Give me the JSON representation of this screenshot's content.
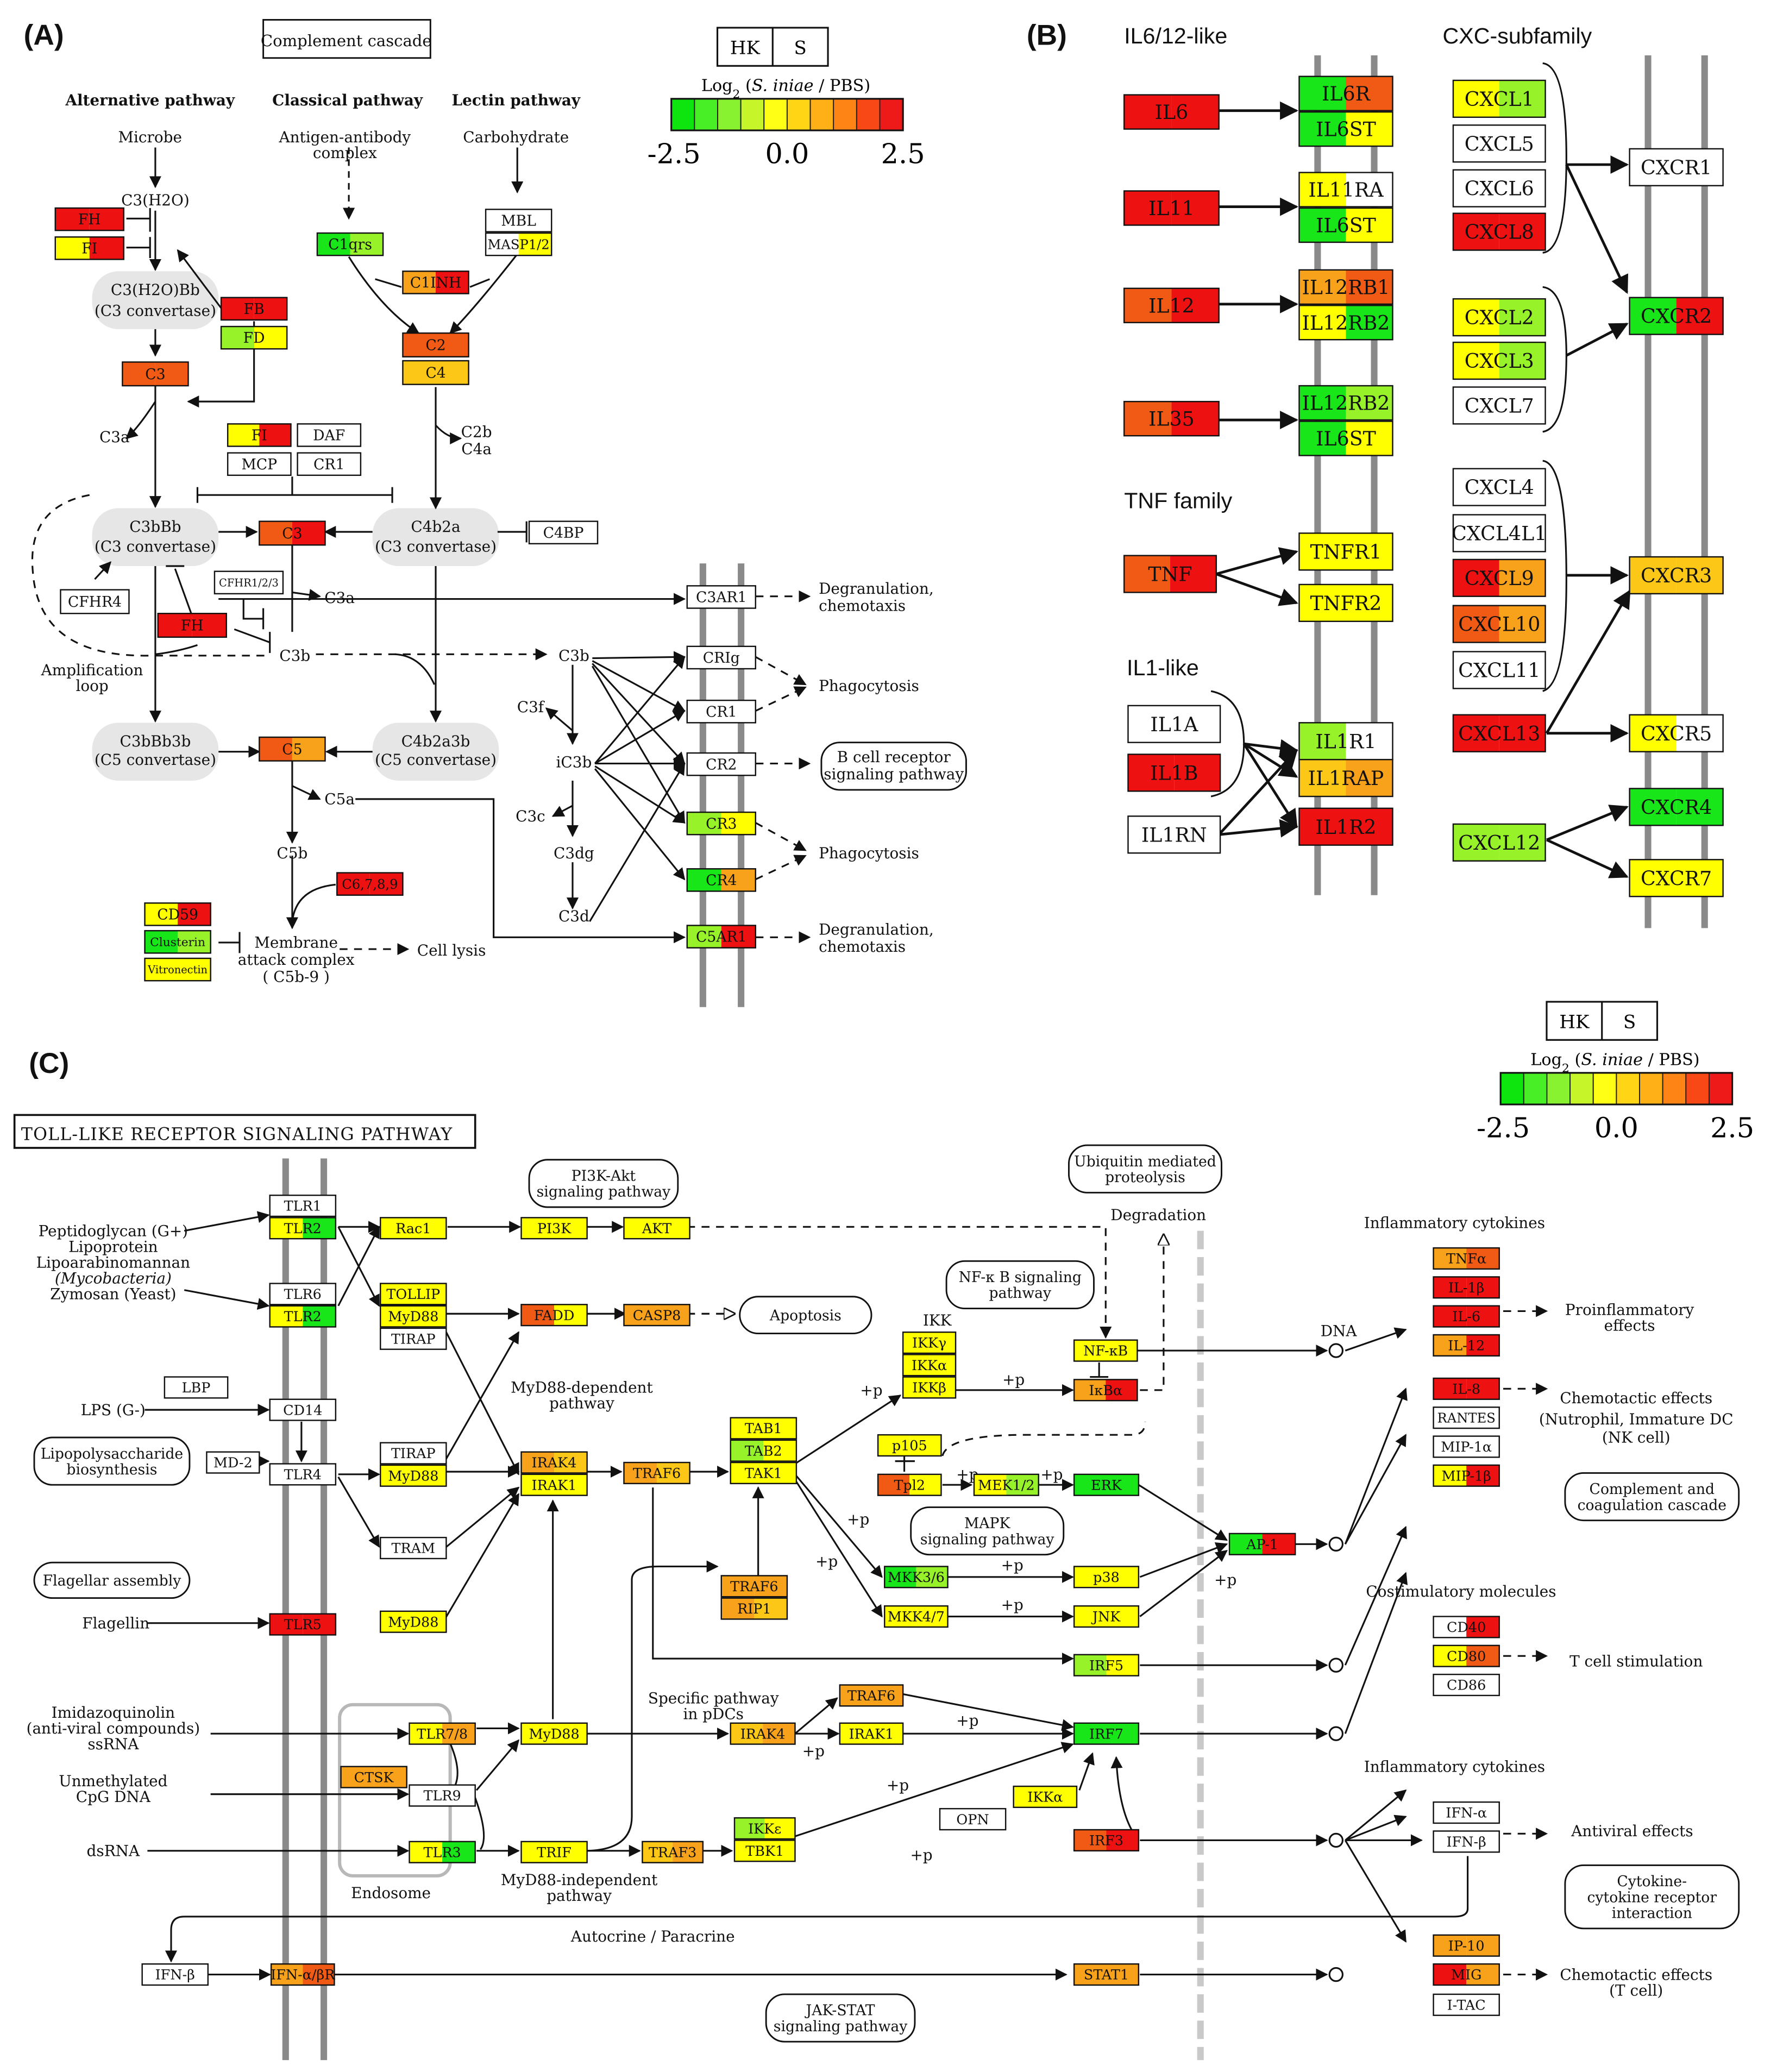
{
  "colors": {
    "red": "#ee1111",
    "orange_red": "#f05a14",
    "orange": "#f8a11a",
    "yellow_orange": "#fcc716",
    "yellow": "#ffff00",
    "lime": "#98f22a",
    "green": "#18e618",
    "white": "#ffffff",
    "membrane": "#8a8a8a",
    "node_gray": "#e6e6e6",
    "legend_scale": [
      "#0ee40e",
      "#48ee26",
      "#88f230",
      "#c6f52a",
      "#ffff16",
      "#ffd516",
      "#ffb016",
      "#ff8416",
      "#f84816",
      "#ee1a1a"
    ]
  },
  "panel_labels": {
    "a": "(A)",
    "b": "(B)",
    "c": "(C)"
  },
  "legend": {
    "hk": "HK",
    "s": "S",
    "title_prefix": "Log",
    "title_sub": "2",
    "title_species": "S. iniae",
    "title_suffix": " / PBS)",
    "min": "-2.5",
    "mid": "0.0",
    "max": "2.5"
  },
  "panel_a": {
    "title": "Complement cascade",
    "headers": [
      "Alternative pathway",
      "Classical pathway",
      "Lectin pathway"
    ],
    "genes": {
      "fh1": "FH",
      "fi1": "FI",
      "fb": "FB",
      "fd": "FD",
      "c3a_alt": "C3",
      "c1qrs": "C1qrs",
      "c1inh": "C1INH",
      "mbl": "MBL",
      "masp": "MASP1/2",
      "c2": "C2",
      "c4": "C4",
      "fi2": "FI",
      "daf": "DAF",
      "mcp": "MCP",
      "cr1": "CR1",
      "c3_mid": "C3",
      "c4bp": "C4BP",
      "cfhr4": "CFHR4",
      "cfhr": "CFHR1/2/3",
      "fh2": "FH",
      "c5": "C5",
      "c6789": "C6,7,8,9",
      "cd59": "CD59",
      "clusterin": "Clusterin",
      "vitronectin": "Vitronectin",
      "c3ar1": "C3AR1",
      "crig": "CRIg",
      "cr1b": "CR1",
      "cr2": "CR2",
      "cr3": "CR3",
      "cr4": "CR4",
      "c5ar1": "C5AR1"
    },
    "nodes": {
      "c3h2obb_l1": "C3(H2O)Bb",
      "c3h2obb_l2": "(C3 convertase)",
      "c3bbb_l1": "C3bBb",
      "c3bbb_l2": "(C3 convertase)",
      "c4b2a_l1": "C4b2a",
      "c4b2a_l2": "(C3 convertase)",
      "c3bbb3b_l1": "C3bBb3b",
      "c3bbb3b_l2": "(C5 convertase)",
      "c4b2a3b_l1": "C4b2a3b",
      "c4b2a3b_l2": "(C5 convertase)"
    },
    "labels": {
      "microbe": "Microbe",
      "ag_l1": "Antigen-antibody",
      "ag_l2": "complex",
      "carbohydrate": "Carbohydrate",
      "c3h2o": "C3(H2O)",
      "c3a_1": "C3a",
      "c2b_l1": "C2b",
      "c2b_l2": "C4a",
      "c3a_2": "C3a",
      "c3b_1": "C3b",
      "amp_l1": "Amplification",
      "amp_l2": "loop",
      "c3b_2": "C3b",
      "c3f": "C3f",
      "ic3b": "iC3b",
      "c3c": "C3c",
      "c3dg": "C3dg",
      "c3d": "C3d",
      "c5a": "C5a",
      "c5b": "C5b",
      "mac_l1": "Membrane",
      "mac_l2": "attack complex",
      "mac_l3": "( C5b-9 )",
      "cell_lysis": "Cell lysis",
      "degr1_l1": "Degranulation,",
      "degr1_l2": "chemotaxis",
      "phago1": "Phagocytosis",
      "bcr_l1": "B cell receptor",
      "bcr_l2": "signaling pathway",
      "phago2": "Phagocytosis",
      "degr2_l1": "Degranulation,",
      "degr2_l2": "chemotaxis"
    }
  },
  "panel_b": {
    "groups": {
      "il612": "IL6/12-like",
      "cxc": "CXC-subfamily",
      "tnf": "TNF family",
      "il1": "IL1-like"
    },
    "genes": {
      "il6": "IL6",
      "il11": "IL11",
      "il12": "IL12",
      "il35": "IL35",
      "il6r": "IL6R",
      "il6st_1": "IL6ST",
      "il11ra": "IL11RA",
      "il6st_2": "IL6ST",
      "il12rb1": "IL12RB1",
      "il12rb2_1": "IL12RB2",
      "il12rb2_2": "IL12RB2",
      "il6st_3": "IL6ST",
      "tnf": "TNF",
      "tnfr1": "TNFR1",
      "tnfr2": "TNFR2",
      "il1a": "IL1A",
      "il1b": "IL1B",
      "il1rn": "IL1RN",
      "il1r1": "IL1R1",
      "il1rap": "IL1RAP",
      "il1r2": "IL1R2",
      "cxcl1": "CXCL1",
      "cxcl5": "CXCL5",
      "cxcl6": "CXCL6",
      "cxcl8": "CXCL8",
      "cxcl2": "CXCL2",
      "cxcl3": "CXCL3",
      "cxcl7": "CXCL7",
      "cxcl4": "CXCL4",
      "cxcl4l1": "CXCL4L1",
      "cxcl9": "CXCL9",
      "cxcl10": "CXCL10",
      "cxcl11": "CXCL11",
      "cxcl13": "CXCL13",
      "cxcl12": "CXCL12",
      "cxcr1": "CXCR1",
      "cxcr2": "CXCR2",
      "cxcr3": "CXCR3",
      "cxcr5": "CXCR5",
      "cxcr4": "CXCR4",
      "cxcr7": "CXCR7"
    }
  },
  "panel_c": {
    "title": "TOLL-LIKE RECEPTOR SIGNALING PATHWAY",
    "genes": {
      "tlr1": "TLR1",
      "tlr2_1": "TLR2",
      "tlr6": "TLR6",
      "tlr2_2": "TLR2",
      "cd14": "CD14",
      "tlr4": "TLR4",
      "md2": "MD-2",
      "lbp": "LBP",
      "tlr5": "TLR5",
      "tlr78": "TLR7/8",
      "tlr9": "TLR9",
      "tlr3": "TLR3",
      "ctsk": "CTSK",
      "rac1": "Rac1",
      "tollip": "TOLLIP",
      "myd88_1": "MyD88",
      "tirap_1": "TIRAP",
      "tirap_2": "TIRAP",
      "myd88_2": "MyD88",
      "tram": "TRAM",
      "myd88_3": "MyD88",
      "myd88_4": "MyD88",
      "trif": "TRIF",
      "pi3k": "PI3K",
      "akt": "AKT",
      "fadd": "FADD",
      "casp8": "CASP8",
      "irak4_1": "IRAK4",
      "irak1_1": "IRAK1",
      "traf6_1": "TRAF6",
      "tab1": "TAB1",
      "tab2": "TAB2",
      "tak1": "TAK1",
      "traf6_2": "TRAF6",
      "rip1": "RIP1",
      "traf3": "TRAF3",
      "ikke": "IKKε",
      "tbk1": "TBK1",
      "ikkg": "IKKγ",
      "ikka": "IKKα",
      "ikkb": "IKKβ",
      "p105": "p105",
      "tpl2": "Tpl2",
      "mek12": "MEK1/2",
      "erk": "ERK",
      "mkk36": "MKK3/6",
      "p38": "p38",
      "mkk47": "MKK4/7",
      "jnk": "JNK",
      "nfkb": "NF-κB",
      "ikba": "IκBα",
      "ap1": "AP-1",
      "irf5": "IRF5",
      "irf7": "IRF7",
      "irf3": "IRF3",
      "traf6_3": "TRAF6",
      "irak4_2": "IRAK4",
      "irak1_2": "IRAK1",
      "ikka2": "IKKα",
      "opn": "OPN",
      "ifnb_left": "IFN-β",
      "ifnab_r": "IFN-α/βR",
      "stat1": "STAT1",
      "tnfa": "TNFα",
      "il1b": "IL-1β",
      "il6": "IL-6",
      "il12": "IL-12",
      "il8": "IL-8",
      "rantes": "RANTES",
      "mip1a": "MIP-1α",
      "mip1b": "MIP-1β",
      "cd40": "CD40",
      "cd80": "CD80",
      "cd86": "CD86",
      "ifna": "IFN-α",
      "ifnb": "IFN-β",
      "ip10": "IP-10",
      "mig": "MIG",
      "itac": "I-TAC"
    },
    "pathways": {
      "pi3k_l1": "PI3K-Akt",
      "pi3k_l2": "signaling pathway",
      "ubiq_l1": "Ubiquitin mediated",
      "ubiq_l2": "proteolysis",
      "nfkb_l1": "NF-κ B signaling",
      "nfkb_l2": "pathway",
      "apoptosis": "Apoptosis",
      "lps_l1": "Lipopolysaccharide",
      "lps_l2": "biosynthesis",
      "flag": "Flagellar assembly",
      "mapk_l1": "MAPK",
      "mapk_l2": "signaling pathway",
      "comp_l1": "Complement and",
      "comp_l2": "coagulation cascade",
      "cyto_l1": "Cytokine-",
      "cyto_l2": "cytokine receptor",
      "cyto_l3": "interaction",
      "jak_l1": "JAK-STAT",
      "jak_l2": "signaling pathway"
    },
    "labels": {
      "pg_l1": "Peptidoglycan (G+)",
      "pg_l2": "Lipoprotein",
      "pg_l3": "Lipoarabinomannan",
      "pg_l4": "(Mycobacteria)",
      "pg_l5": "Zymosan (Yeast)",
      "lpsg": "LPS (G-)",
      "flagellin": "Flagellin",
      "imid_l1": "Imidazoquinolin",
      "imid_l2": "(anti-viral compounds)",
      "imid_l3": "ssRNA",
      "cpg_l1": "Unmethylated",
      "cpg_l2": "CpG DNA",
      "dsrna": "dsRNA",
      "endosome": "Endosome",
      "myd88dep_l1": "MyD88-dependent",
      "myd88dep_l2": "pathway",
      "myd88ind_l1": "MyD88-independent",
      "myd88ind_l2": "pathway",
      "specific_l1": "Specific pathway",
      "specific_l2": "in pDCs",
      "ikk": "IKK",
      "degradation": "Degradation",
      "dna": "DNA",
      "autocrine": "Autocrine / Paracrine",
      "infl1": "Inflammatory cytokines",
      "proinfl_l1": "Proinflammatory",
      "proinfl_l2": "effects",
      "chemo1_l1": "Chemotactic effects",
      "chemo1_l2": "(Nutrophil, Immature DC",
      "chemo1_l3": "(NK cell)",
      "costim": "Costimulatory molecules",
      "tcell": "T cell stimulation",
      "infl2": "Inflammatory cytokines",
      "antiviral": "Antiviral effects",
      "chemo2_l1": "Chemotactic effects",
      "chemo2_l2": "(T cell)",
      "plusp": "+p"
    }
  }
}
